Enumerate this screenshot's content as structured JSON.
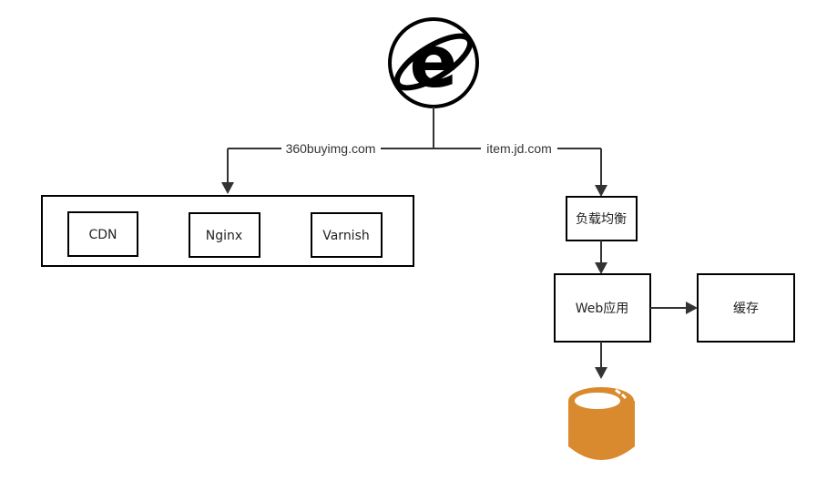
{
  "diagram": {
    "browser_icon": "ie-browser-icon",
    "database_icon": "database-cylinder-icon",
    "edges": {
      "left_label": "360buyimg.com",
      "right_label": "item.jd.com"
    },
    "static_group": {
      "items": [
        "CDN",
        "Nginx",
        "Varnish"
      ]
    },
    "dynamic_path": {
      "load_balancer": "负载均衡",
      "web_app": "Web应用",
      "cache": "缓存"
    },
    "colors": {
      "lines": "#333333",
      "database": "#d98a2e"
    }
  }
}
